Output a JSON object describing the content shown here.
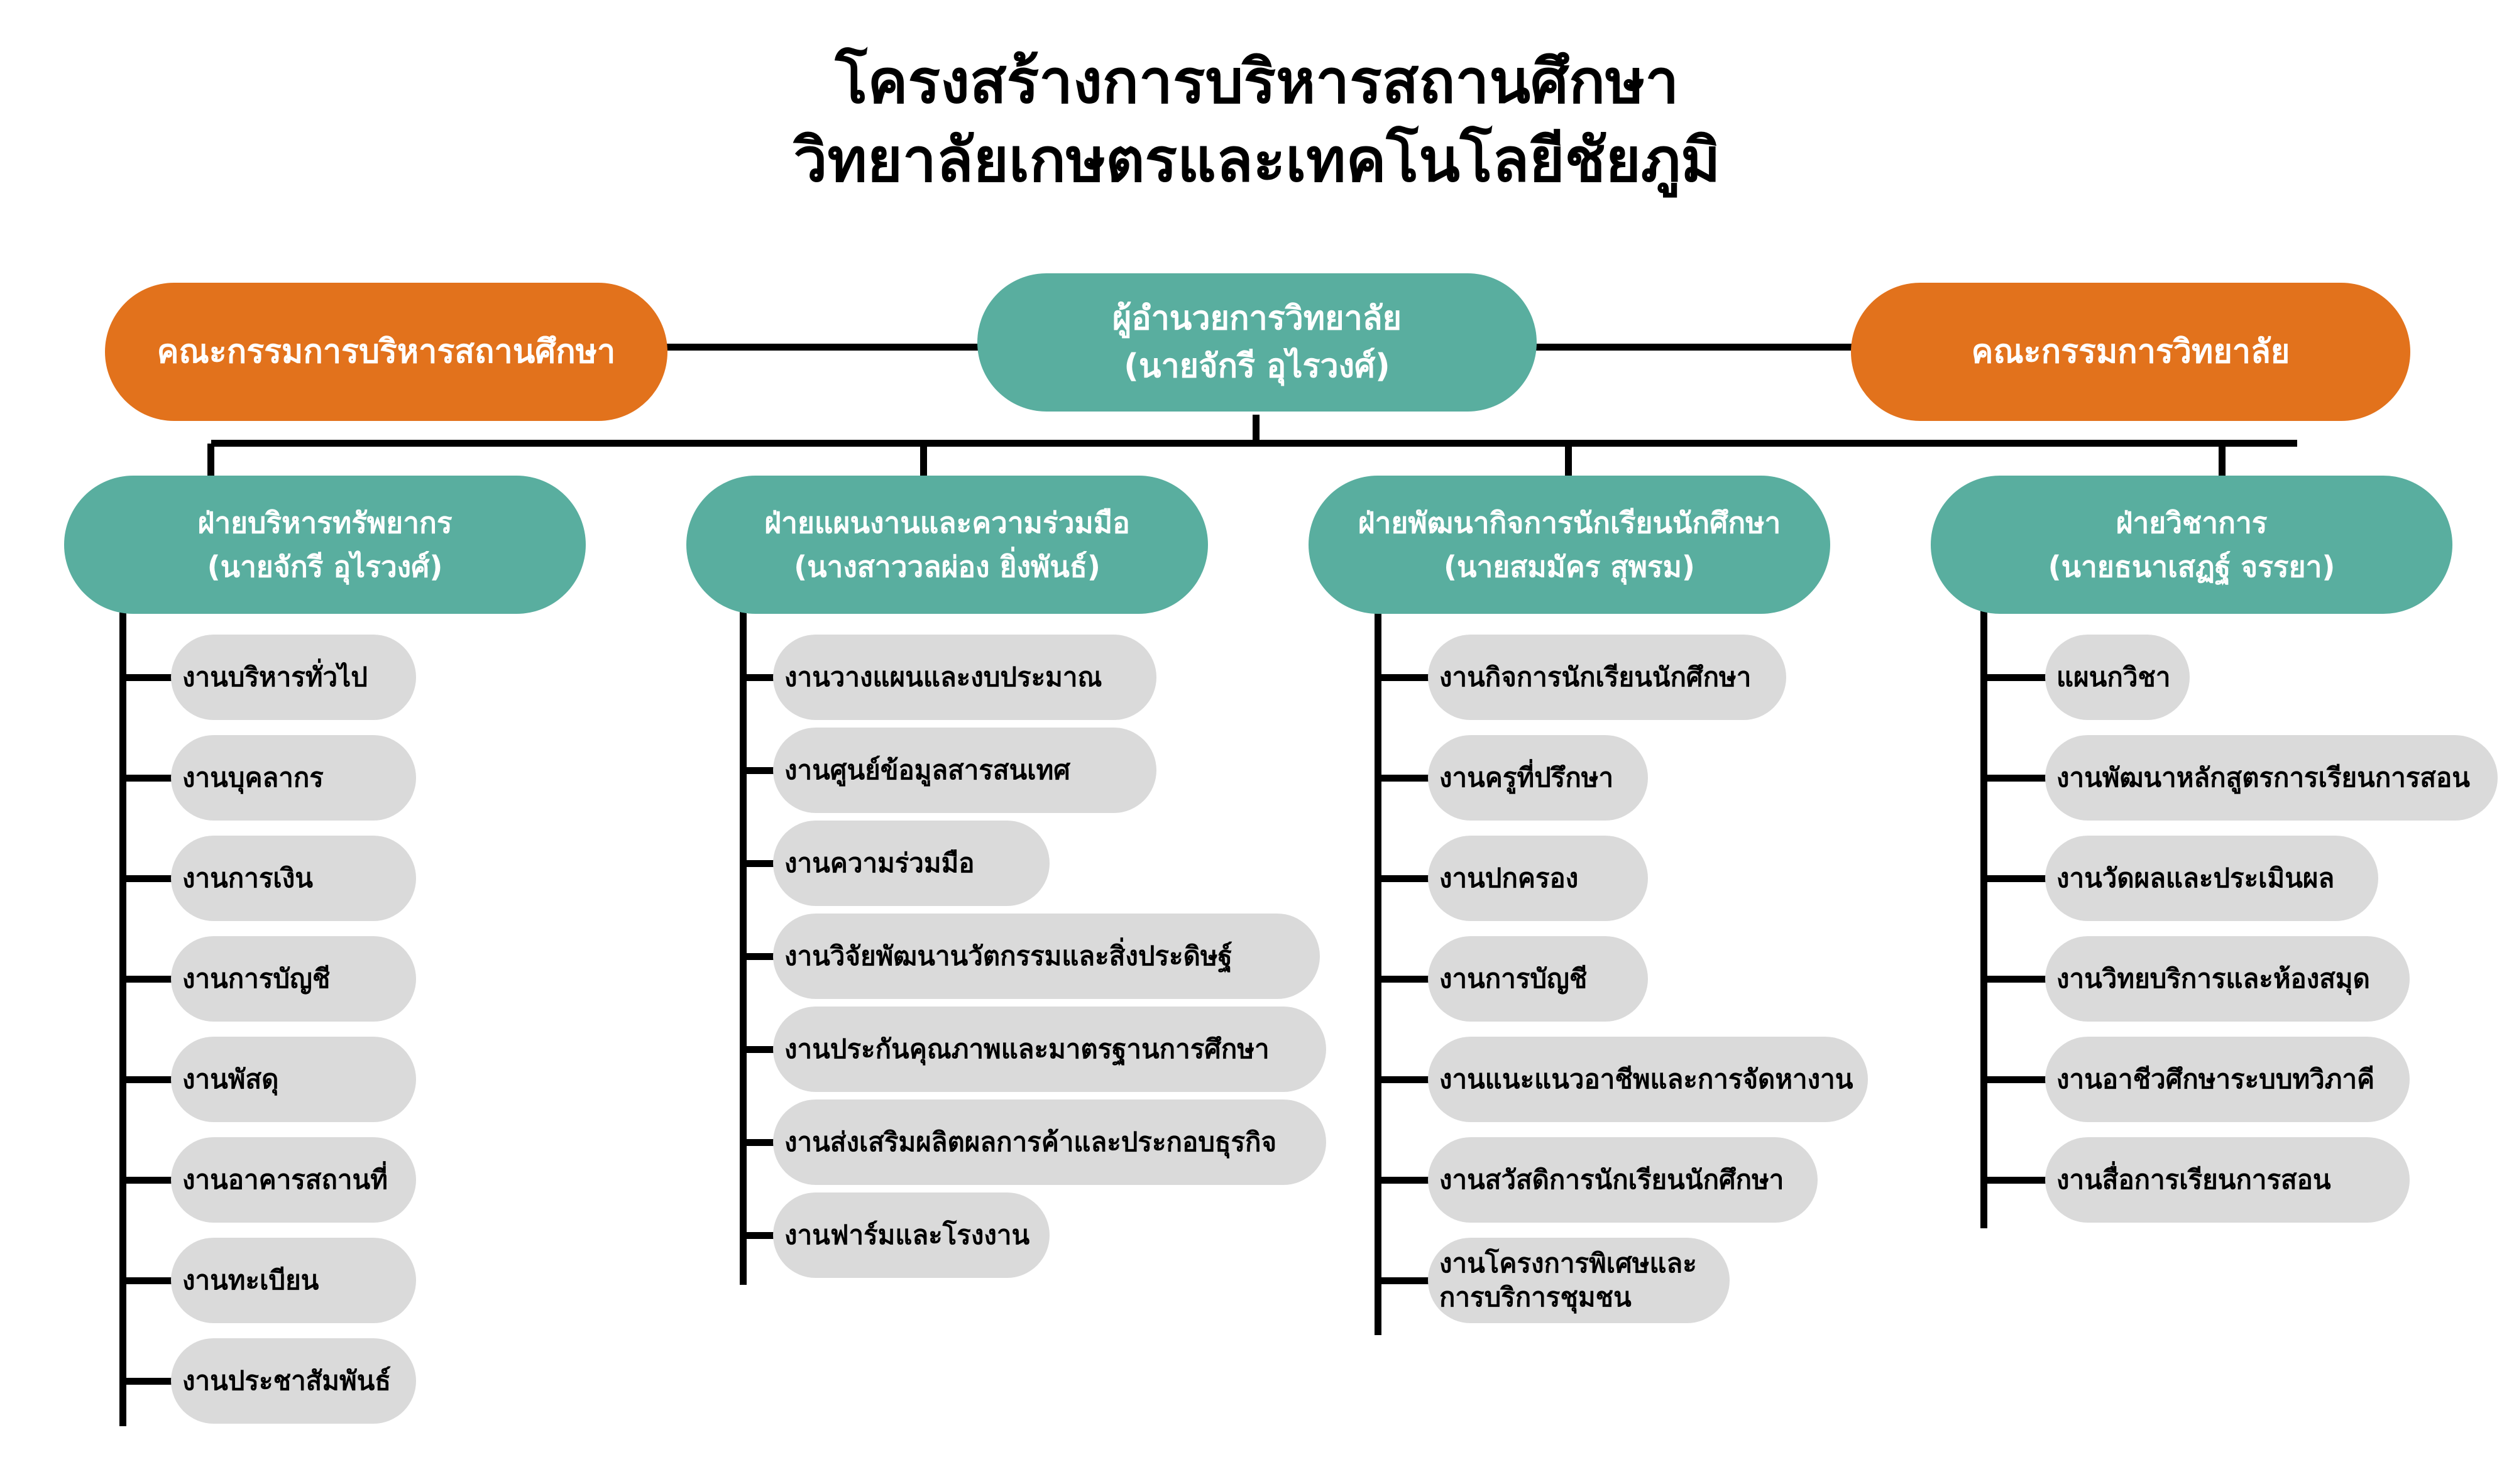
{
  "title": {
    "line1": "โครงสร้างการบริหารสถานศึกษา",
    "line2": "วิทยาลัยเกษตรและเทคโนโลยีชัยภูมิ"
  },
  "colors": {
    "green": "#59ae9f",
    "orange": "#e2721c",
    "item_bg": "#dadada",
    "line": "#000000"
  },
  "director": {
    "line1": "ผู้อำนวยการวิทยาลัย",
    "line2": "(นายจักรี อุไรวงศ์)"
  },
  "left_committee": {
    "label": "คณะกรรมการบริหารสถานศึกษา"
  },
  "right_committee": {
    "label": "คณะกรรมการวิทยาลัย"
  },
  "divisions": [
    {
      "title": "ฝ่ายบริหารทรัพยากร",
      "head": "(นายจักรี อุไรวงศ์)",
      "items": [
        [
          "งานบริหารทั่วไป"
        ],
        [
          "งานบุคลากร"
        ],
        [
          "งานการเงิน"
        ],
        [
          "งานการบัญชี"
        ],
        [
          "งานพัสดุ"
        ],
        [
          "งานอาคารสถานที่"
        ],
        [
          "งานทะเบียน"
        ],
        [
          "งานประชาสัมพันธ์"
        ]
      ]
    },
    {
      "title": "ฝ่ายแผนงานและความร่วมมือ",
      "head": "(นางสาววลผ่อง ยิ่งพันธ์)",
      "items": [
        [
          "งานวางแผนและงบประมาณ"
        ],
        [
          "งานศูนย์ข้อมูลสารสนเทศ"
        ],
        [
          "งานความร่วมมือ"
        ],
        [
          "งานวิจัยพัฒนานวัตกรรมและสิ่งประดิษฐ์"
        ],
        [
          "งานประกันคุณภาพและมาตรฐานการศึกษา"
        ],
        [
          "งานส่งเสริมผลิตผลการค้าและประกอบธุรกิจ"
        ],
        [
          "งานฟาร์มและโรงงาน"
        ]
      ]
    },
    {
      "title": "ฝ่ายพัฒนากิจการนักเรียนนักศึกษา",
      "head": "(นายสมมัคร สุพรม)",
      "items": [
        [
          "งานกิจการนักเรียนนักศึกษา"
        ],
        [
          "งานครูที่ปรึกษา"
        ],
        [
          "งานปกครอง"
        ],
        [
          "งานการบัญชี"
        ],
        [
          "งานแนะแนวอาชีพและการจัดหางาน"
        ],
        [
          "งานสวัสดิการนักเรียนนักศึกษา"
        ],
        [
          "งานโครงการพิเศษและ",
          "การบริการชุมชน"
        ]
      ]
    },
    {
      "title": "ฝ่ายวิชาการ",
      "head": "(นายธนาเสฏฐ์ จรรยา)",
      "items": [
        [
          "แผนกวิชา"
        ],
        [
          "งานพัฒนาหลักสูตรการเรียนการสอน"
        ],
        [
          "งานวัดผลและประเมินผล"
        ],
        [
          "งานวิทยบริการและห้องสมุด"
        ],
        [
          "งานอาชีวศึกษาระบบทวิภาคี"
        ],
        [
          "งานสื่อการเรียนการสอน"
        ]
      ]
    }
  ]
}
